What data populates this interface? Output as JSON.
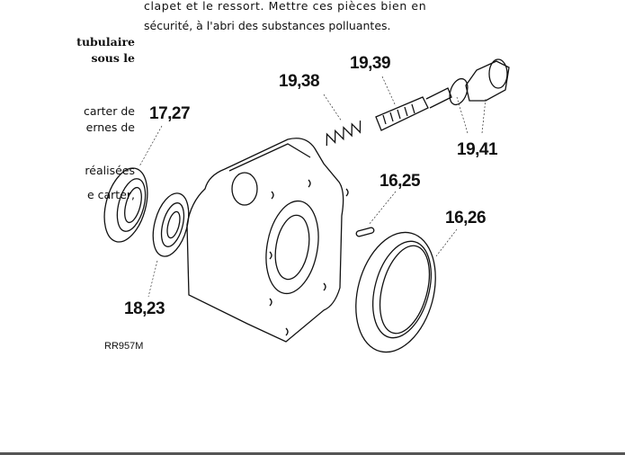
{
  "right_text": {
    "line1": "clapet et le ressort. Mettre ces pièces bien en",
    "line2": "sécurité, à l'abri des substances polluantes."
  },
  "left_text": {
    "bold_line1": "tubulaire",
    "bold_line2": "sous le",
    "line3": "carter de",
    "line4": "ernes de",
    "line5": "réalisées",
    "line6": "e carter,"
  },
  "figure": {
    "labels": [
      "19,38",
      "19,39",
      "17,27",
      "19,41",
      "16,25",
      "16,26",
      "18,23"
    ],
    "reference": "RR957M"
  }
}
